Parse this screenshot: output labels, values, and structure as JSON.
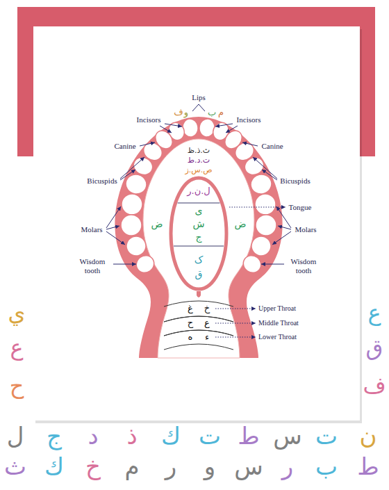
{
  "diagram": {
    "nodes": [
      {
        "text": [
          "ل.ن.ر",
          "ی",
          "ش",
          "ج",
          "ک",
          "ق"
        ]
      },
      {
        "text": [
          "غ",
          "خ"
        ]
      },
      {
        "text": [
          "ح",
          "ع"
        ]
      },
      {
        "text": [
          "ه",
          "ء"
        ]
      }
    ],
    "labels": [
      "Lips",
      "ف",
      "و",
      "ب",
      "م",
      "Incisors",
      "Incisors",
      "Canine",
      "Canine",
      "ث.ذ.ظ",
      "ت.د.ط",
      "ص.س.ز",
      "Bicuspids",
      "Bicuspids",
      "Tongue",
      "ض",
      "ض",
      "Molars",
      "Molars",
      "Wisdom tooth",
      "Wisdom tooth",
      "Upper Throat",
      "Middle Throat",
      "Lower Throat",
      "ي",
      "ع",
      "ح",
      "ع",
      "ق",
      "ف",
      "ل",
      "ج",
      "د",
      "ذ",
      "ك",
      "ت",
      "ط",
      "س",
      "ت",
      "ن",
      "ث",
      "ك",
      "خ",
      "م",
      "ر",
      "و",
      "س",
      "ر",
      "ب",
      "ط"
    ]
  }
}
